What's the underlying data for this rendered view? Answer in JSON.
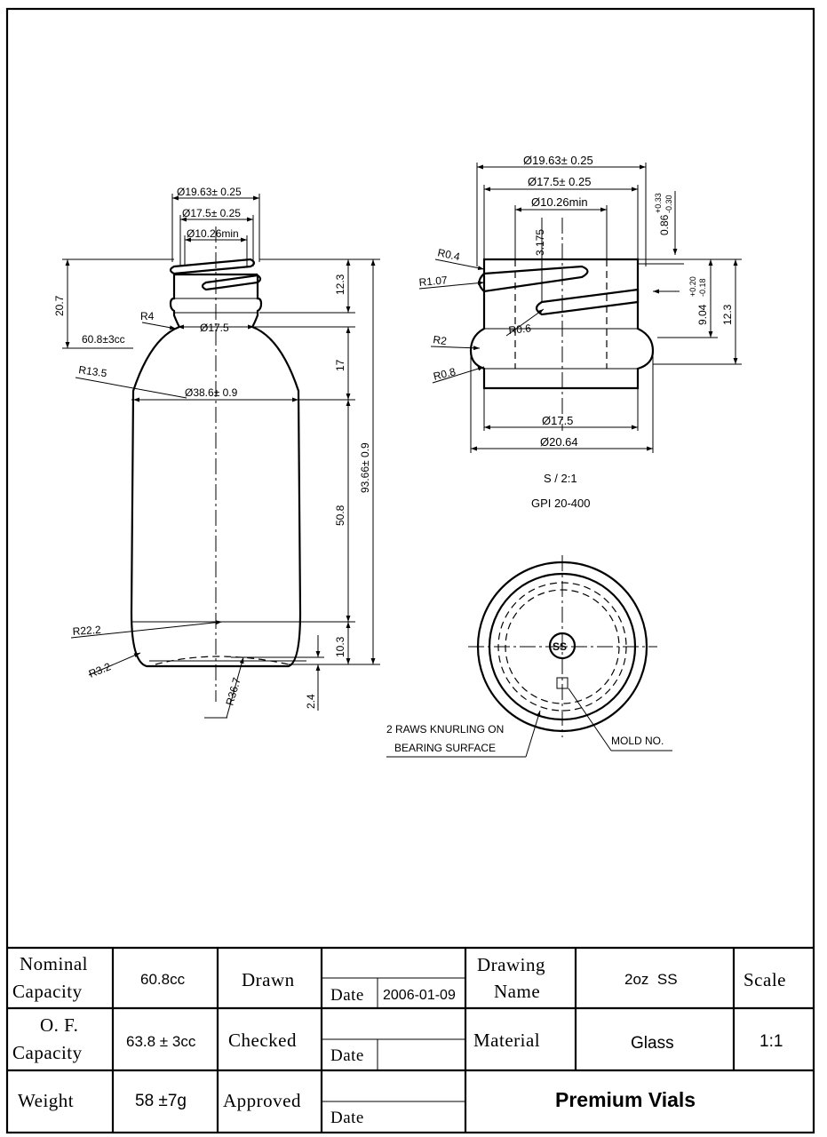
{
  "colors": {
    "ink": "#000000",
    "paper": "#ffffff"
  },
  "side_view": {
    "d_outer": "Ø19.63± 0.25",
    "d_thread": "Ø17.5± 0.25",
    "d_bore": "Ø10.26min",
    "h_total_neck": "20.7",
    "capacity_level": "60.8±3cc",
    "r_neck": "R4",
    "d_neck": "Ø17.5",
    "r_shoulder": "R13.5",
    "d_body": "Ø38.6± 0.9",
    "h_finish": "12.3",
    "h_shoulder": "17",
    "h_total": "93.66± 0.9",
    "h_body": "50.8",
    "r_heel_large": "R22.2",
    "r_heel_small": "R3.2",
    "r_base": "R36.7",
    "h_heel": "10.3",
    "h_push_up": "2.4"
  },
  "finish_view": {
    "d_outer": "Ø19.63± 0.25",
    "d_thread": "Ø17.5± 0.25",
    "d_bore": "Ø10.26min",
    "thread_pitch": "3.175",
    "thread_tol": "0.86",
    "thread_tol_sup": "+0.33",
    "thread_tol_sub": "-0.30",
    "r_top": "R0.4",
    "r_thread": "R1.07",
    "r_thread_root": "R0.6",
    "r_bead": "R2",
    "r_bottom": "R0.8",
    "h_thread": "9.04",
    "h_thread_sup": "+0.20",
    "h_thread_sub": "-0.18",
    "h_finish": "12.3",
    "d_neck": "Ø17.5",
    "d_bead": "Ø20.64",
    "scale_note": "S / 2:1",
    "spec_note": "GPI 20-400"
  },
  "base_view": {
    "logo": "SS",
    "knurl_note_1": "2 RAWS KNURLING ON",
    "knurl_note_2": "BEARING SURFACE",
    "mold_note": "MOLD NO."
  },
  "title_block": {
    "nominal_label_1": "Nominal",
    "nominal_label_2": "Capacity",
    "nominal_value": "60.8cc",
    "of_label_1": "O. F.",
    "of_label_2": "Capacity",
    "of_value": "63.8 ± 3cc",
    "weight_label": "Weight",
    "weight_value": "58 ±7g",
    "drawn_label": "Drawn",
    "checked_label": "Checked",
    "approved_label": "Approved",
    "date_label": "Date",
    "date_value": "2006-01-09",
    "drawing_name_label_1": "Drawing",
    "drawing_name_label_2": "Name",
    "drawing_name_value": "2oz  SS",
    "material_label": "Material",
    "material_value": "Glass",
    "scale_label": "Scale",
    "scale_value": "1:1",
    "company": "Premium Vials"
  }
}
